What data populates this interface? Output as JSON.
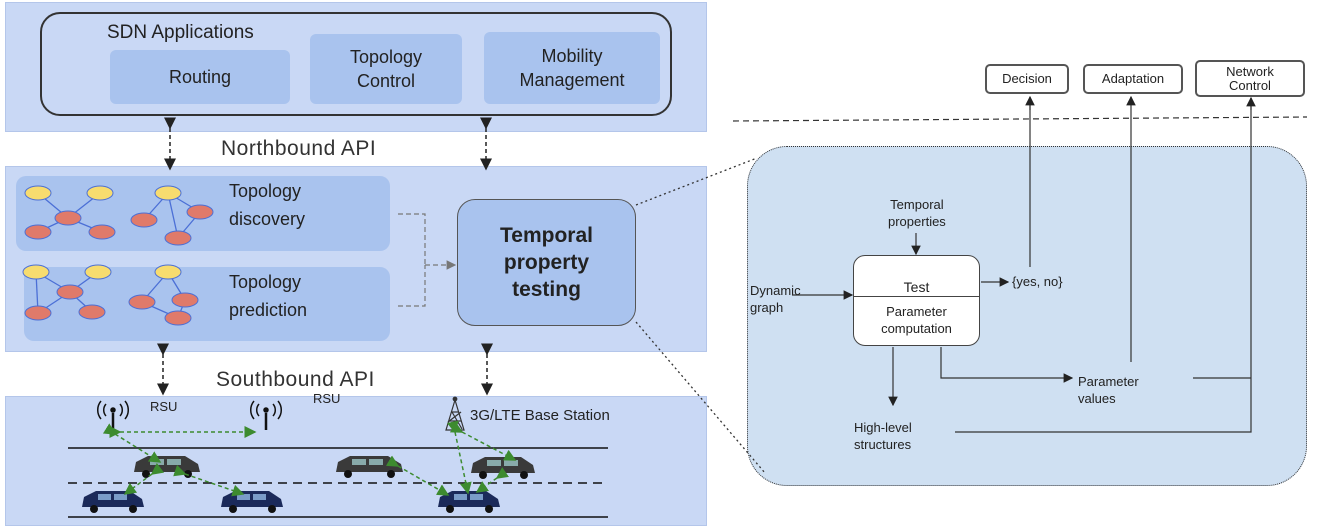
{
  "sdn": {
    "title": "SDN Applications",
    "apps": [
      "Routing",
      "Topology\nControl",
      "Mobility\nManagement"
    ]
  },
  "northbound_label": "Northbound API",
  "southbound_label": "Southbound API",
  "control": {
    "discovery": "Topology\ndiscovery",
    "prediction": "Topology\nprediction",
    "tpt": "Temporal\nproperty\ntesting"
  },
  "infra": {
    "rsu1": "RSU",
    "rsu2": "RSU",
    "base_station": "3G/LTE Base Station"
  },
  "detail": {
    "outputs": [
      "Decision",
      "Adaptation",
      "Network\nControl"
    ],
    "temporal_properties": "Temporal\nproperties",
    "dynamic_graph": "Dynamic\ngraph",
    "test": "Test",
    "param_computation": "Parameter\ncomputation",
    "yes_no": "{yes, no}",
    "param_values": "Parameter\nvalues",
    "high_level": "High-level\nstructures"
  },
  "colors": {
    "layer": "#c9d8f5",
    "subbox": "#a9c3ee",
    "node_yellow": "#f7dc6f",
    "node_red": "#e07a6a",
    "edge_blue": "#4b6fd6",
    "green_arrow": "#3d8b2f",
    "panel": "#cfe0f2",
    "car": "#3a3a3a",
    "car_blue": "#1b2a5a"
  }
}
